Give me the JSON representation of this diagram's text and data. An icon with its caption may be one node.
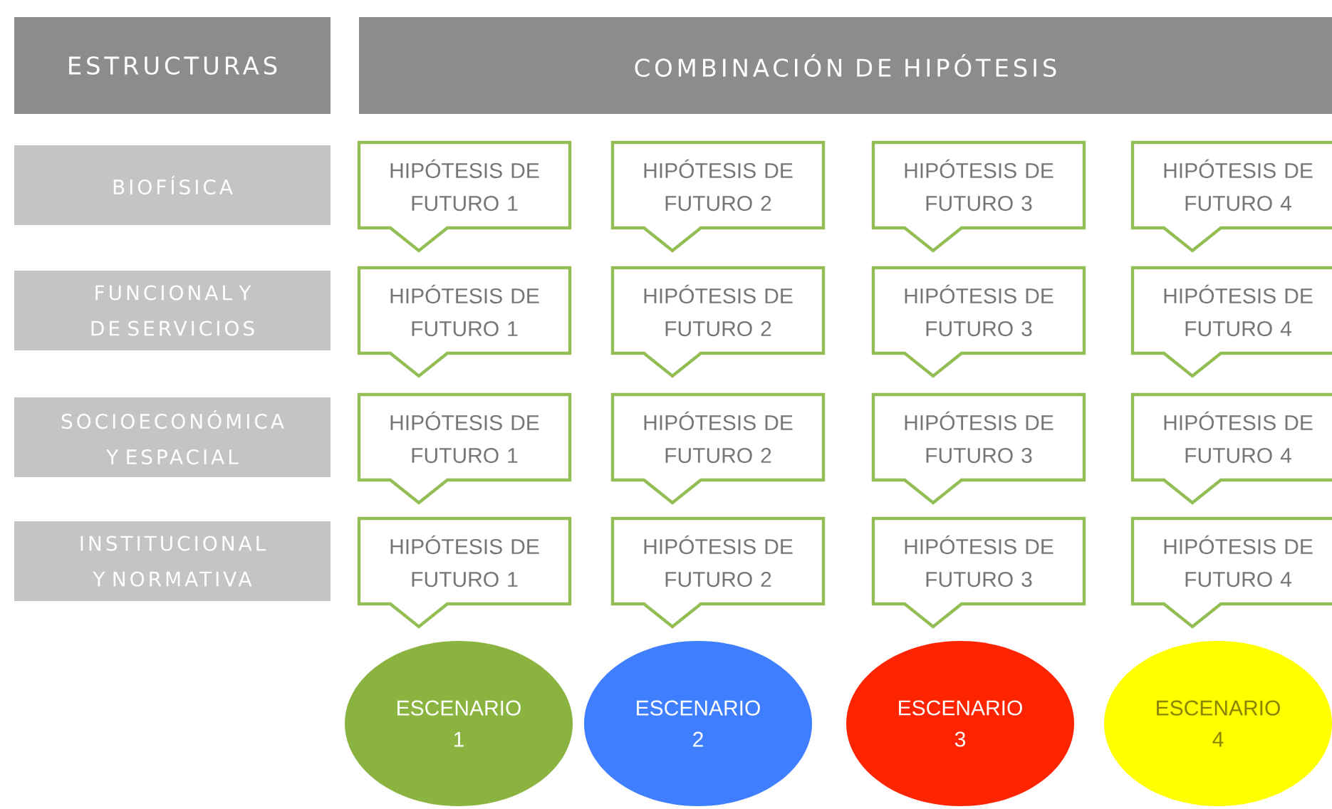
{
  "diagram": {
    "nodes": [
      {
        "text": [
          "ESTRUCTURAS"
        ]
      },
      {
        "text": [
          "COMBINACIÓN DE HIPÓTESIS"
        ]
      },
      {
        "text": [
          "BIOFÍSICA"
        ]
      },
      {
        "text": [
          "HIPÓTESIS DE FUTURO 1"
        ]
      },
      {
        "text": [
          "HIPÓTESIS DE FUTURO 2"
        ]
      },
      {
        "text": [
          "HIPÓTESIS DE FUTURO 3"
        ]
      },
      {
        "text": [
          "HIPÓTESIS DE FUTURO 4"
        ]
      },
      {
        "text": [
          "FUNCIONAL Y DE SERVICIOS"
        ]
      },
      {
        "text": [
          "HIPÓTESIS DE FUTURO 1"
        ]
      },
      {
        "text": [
          "HIPÓTESIS DE FUTURO 2"
        ]
      },
      {
        "text": [
          "HIPÓTESIS DE FUTURO 3"
        ]
      },
      {
        "text": [
          "HIPÓTESIS DE FUTURO 4"
        ]
      },
      {
        "text": [
          "SOCIOECONÓMICA Y ESPACIAL"
        ]
      },
      {
        "text": [
          "HIPÓTESIS DE FUTURO 1"
        ]
      },
      {
        "text": [
          "HIPÓTESIS DE FUTURO 2"
        ]
      },
      {
        "text": [
          "HIPÓTESIS DE FUTURO 3"
        ]
      },
      {
        "text": [
          "HIPÓTESIS DE FUTURO 4"
        ]
      },
      {
        "text": [
          "INSTITUCIONAL Y NORMATIVA"
        ]
      },
      {
        "text": [
          "HIPÓTESIS DE FUTURO 1"
        ]
      },
      {
        "text": [
          "HIPÓTESIS DE FUTURO 2"
        ]
      },
      {
        "text": [
          "HIPÓTESIS DE FUTURO 3"
        ]
      },
      {
        "text": [
          "HIPÓTESIS DE FUTURO 4"
        ]
      },
      {
        "text": [
          "ESCENARIO 1"
        ]
      },
      {
        "text": [
          "ESCENARIO 2"
        ]
      },
      {
        "text": [
          "ESCENARIO 3"
        ]
      },
      {
        "text": [
          "ESCENARIO 4"
        ]
      }
    ]
  }
}
